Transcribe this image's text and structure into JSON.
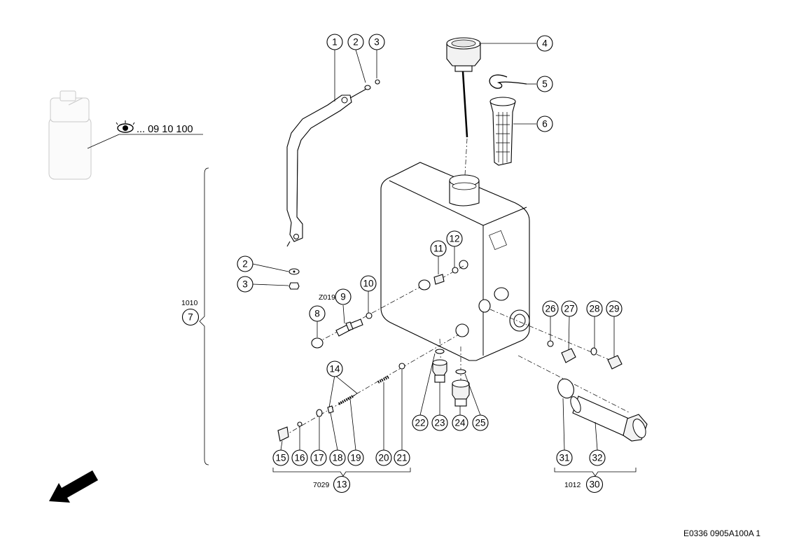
{
  "drawing_code": "E0336 0905A100A 1",
  "cross_reference": {
    "text": "... 09 10 100",
    "icon": "eye-icon"
  },
  "direction_arrow": {
    "icon": "arrow-down-left-icon"
  },
  "groups": {
    "g7": {
      "code": "1010",
      "number": "7"
    },
    "g13": {
      "code": "7029",
      "number": "13"
    },
    "g30": {
      "code": "1012",
      "number": "30"
    }
  },
  "z019_label": "Z019",
  "callouts": {
    "c1": "1",
    "c2a": "2",
    "c3a": "3",
    "c4": "4",
    "c5": "5",
    "c6": "6",
    "c2b": "2",
    "c3b": "3",
    "c8": "8",
    "c9": "9",
    "c10": "10",
    "c11": "11",
    "c12": "12",
    "c14": "14",
    "c15": "15",
    "c16": "16",
    "c17": "17",
    "c18": "18",
    "c19": "19",
    "c20": "20",
    "c21": "21",
    "c22": "22",
    "c23": "23",
    "c24": "24",
    "c25": "25",
    "c26": "26",
    "c27": "27",
    "c28": "28",
    "c29": "29",
    "c31": "31",
    "c32": "32"
  }
}
